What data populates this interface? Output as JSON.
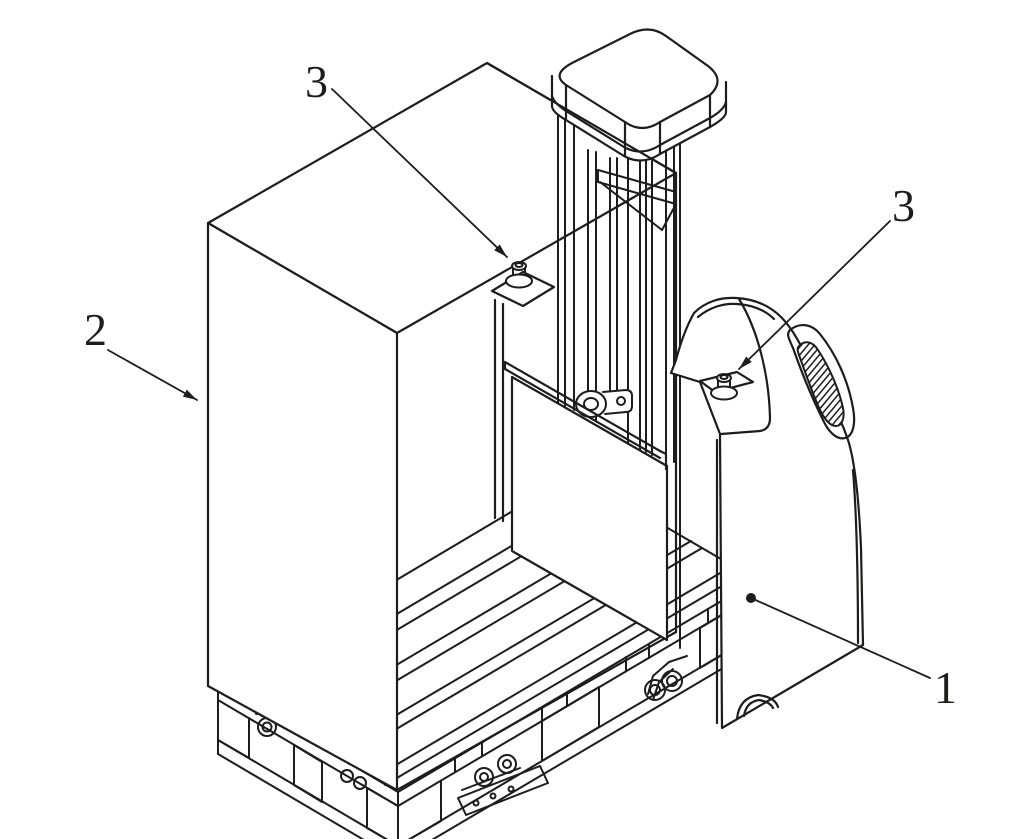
{
  "diagram": {
    "background_color": "#ffffff",
    "line_color": "#1d1d1b",
    "callouts": {
      "truck": {
        "label": "1"
      },
      "load": {
        "label": "2"
      },
      "lifting_point_front": {
        "label": "3"
      },
      "lifting_point_rear": {
        "label": "3"
      }
    }
  }
}
